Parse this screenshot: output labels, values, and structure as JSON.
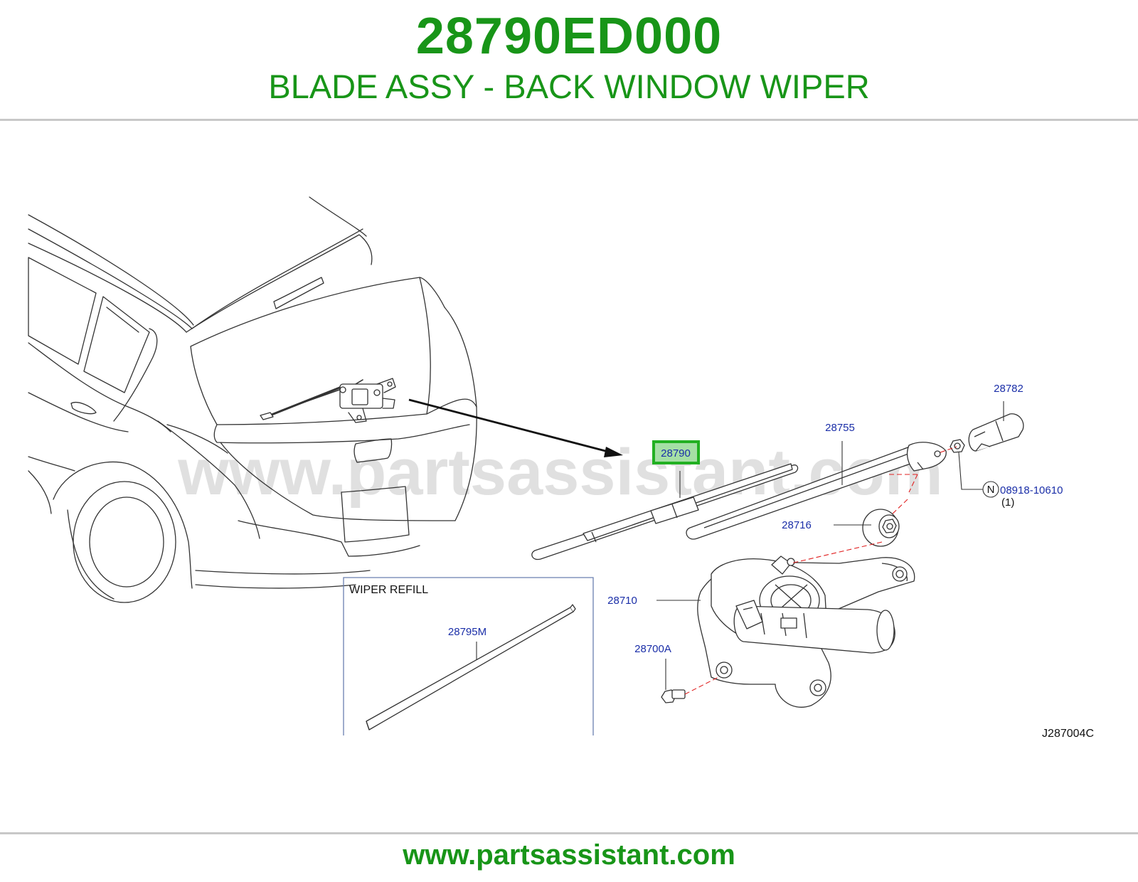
{
  "header": {
    "part_number": "28790ED000",
    "description": "BLADE ASSY - BACK WINDOW WIPER"
  },
  "diagram": {
    "watermark": "www.partsassistant.com",
    "highlighted_callout": "28790",
    "callouts": {
      "c28782": "28782",
      "c28755": "28755",
      "c08918": "08918-10610",
      "c08918_qty": "(1)",
      "c08918_prefix": "N",
      "c28716": "28716",
      "c28710": "28710",
      "c28700a": "28700A",
      "c28795m": "28795M"
    },
    "inset_title": "WIPER   REFILL",
    "figure_code": "J287004C"
  },
  "footer": {
    "url": "www.partsassistant.com"
  },
  "colors": {
    "title_green": "#189518",
    "callout_blue": "#1a2ea8",
    "highlight_green": "#22b022",
    "highlight_fill": "#a5dfa5",
    "leader_red": "#e02020",
    "line": "#333333",
    "divider": "#c8c8c8"
  }
}
